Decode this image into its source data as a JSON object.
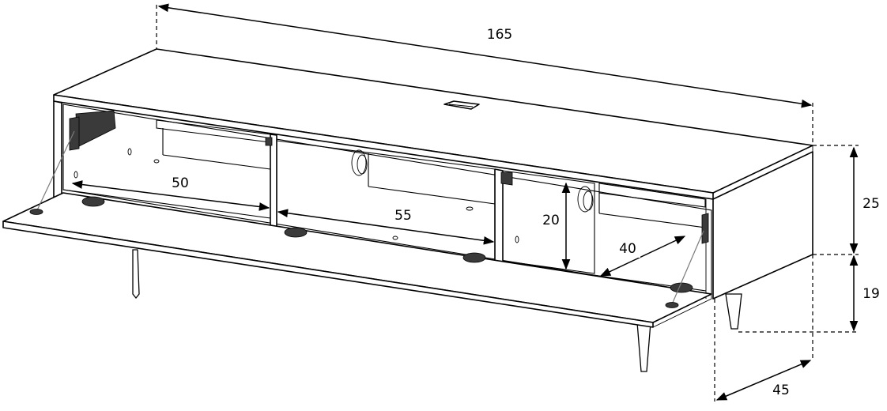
{
  "dimensions": {
    "total_width": "165",
    "depth": "45",
    "cabinet_height": "25",
    "leg_height": "19",
    "left_compartment_width": "50",
    "middle_compartment_width": "55",
    "right_compartment_width": "40",
    "right_compartment_height": "20"
  }
}
